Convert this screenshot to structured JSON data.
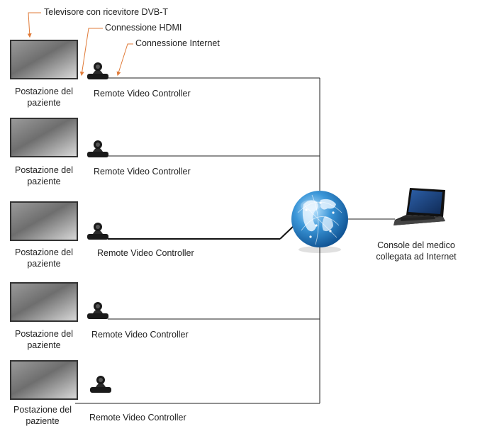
{
  "callouts": {
    "tv": "Televisore con ricevitore DVB-T",
    "hdmi": "Connessione HDMI",
    "internet": "Connessione Internet"
  },
  "stations": [
    {
      "patient_line1": "Postazione del",
      "patient_line2": "paziente",
      "controller": "Remote Video Controller"
    },
    {
      "patient_line1": "Postazione del",
      "patient_line2": "paziente",
      "controller": "Remote Video Controller"
    },
    {
      "patient_line1": "Postazione del",
      "patient_line2": "paziente",
      "controller": "Remote Video Controller"
    },
    {
      "patient_line1": "Postazione del",
      "patient_line2": "paziente",
      "controller": "Remote Video Controller"
    },
    {
      "patient_line1": "Postazione del",
      "patient_line2": "paziente",
      "controller": "Remote Video Controller"
    }
  ],
  "doctor": {
    "line1": "Console del medico",
    "line2": "collegata ad Internet"
  },
  "colors": {
    "callout_arrow": "#e07b39",
    "line": "#222222",
    "globe": "#2a7fc0"
  },
  "icons": [
    "tv-icon",
    "camera-icon",
    "globe-icon",
    "laptop-icon"
  ]
}
